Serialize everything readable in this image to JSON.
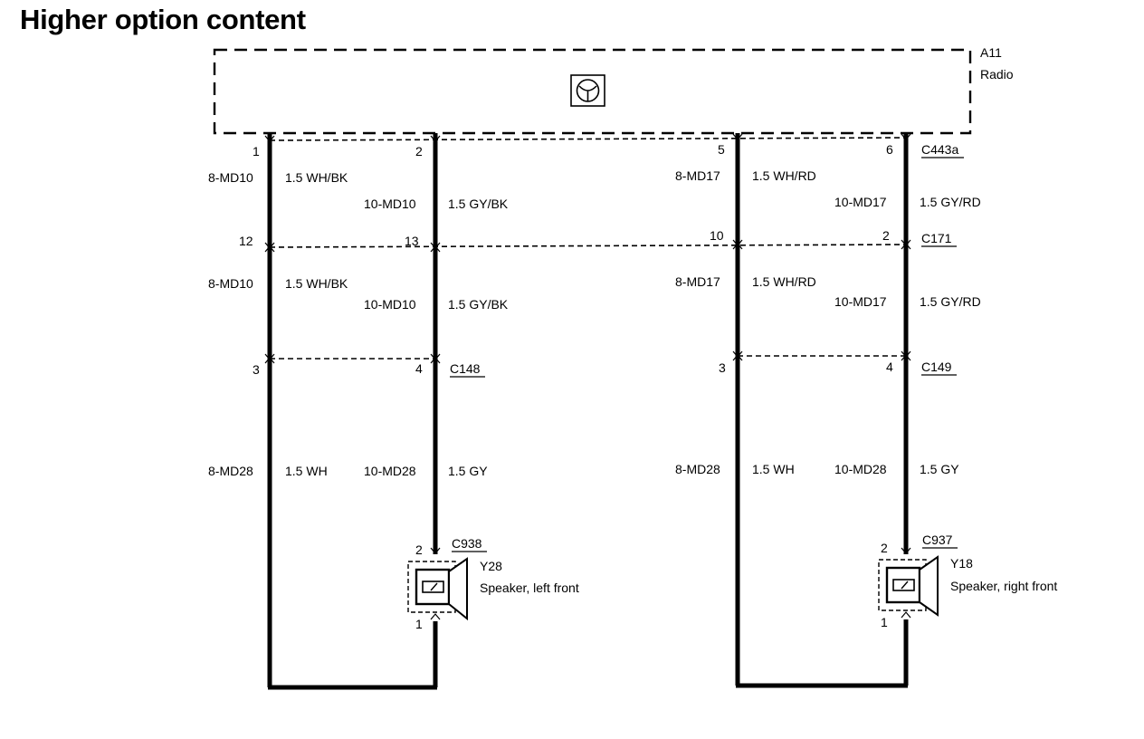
{
  "title": "Higher option content",
  "radio": {
    "ref": "A11",
    "name": "Radio"
  },
  "connectors": {
    "c443a": {
      "label": "C443a",
      "pins": [
        "1",
        "2",
        "5",
        "6"
      ]
    },
    "c171": {
      "label": "C171",
      "pins": [
        "12",
        "13",
        "10",
        "2"
      ]
    },
    "c148": {
      "label": "C148",
      "pins": [
        "3",
        "4"
      ]
    },
    "c149": {
      "label": "C149",
      "pins": [
        "3",
        "4"
      ]
    },
    "c938": {
      "label": "C938",
      "pins": [
        "2",
        "1"
      ]
    },
    "c937": {
      "label": "C937",
      "pins": [
        "2",
        "1"
      ]
    }
  },
  "wires": {
    "seg1": [
      {
        "circuit": "8-MD10",
        "spec": "1.5 WH/BK"
      },
      {
        "circuit": "10-MD10",
        "spec": "1.5 GY/BK"
      },
      {
        "circuit": "8-MD17",
        "spec": "1.5 WH/RD"
      },
      {
        "circuit": "10-MD17",
        "spec": "1.5 GY/RD"
      }
    ],
    "seg2": [
      {
        "circuit": "8-MD10",
        "spec": "1.5 WH/BK"
      },
      {
        "circuit": "10-MD10",
        "spec": "1.5 GY/BK"
      },
      {
        "circuit": "8-MD17",
        "spec": "1.5 WH/RD"
      },
      {
        "circuit": "10-MD17",
        "spec": "1.5 GY/RD"
      }
    ],
    "seg3": [
      {
        "circuit": "8-MD28",
        "spec": "1.5 WH"
      },
      {
        "circuit": "10-MD28",
        "spec": "1.5 GY"
      },
      {
        "circuit": "8-MD28",
        "spec": "1.5 WH"
      },
      {
        "circuit": "10-MD28",
        "spec": "1.5 GY"
      }
    ]
  },
  "speakers": {
    "left": {
      "ref": "Y28",
      "name": "Speaker, left front"
    },
    "right": {
      "ref": "Y18",
      "name": "Speaker, right front"
    }
  }
}
